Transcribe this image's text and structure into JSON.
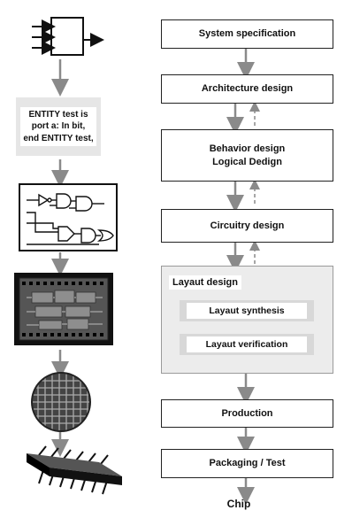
{
  "flow": {
    "system_specification": "System specification",
    "architecture_design": "Architecture design",
    "behavior_design": "Behavior design",
    "logical_design": "Logical Dedign",
    "circuitry_design": "Circuitry design",
    "layout_design": "Layaut design",
    "layout_synthesis": "Layaut synthesis",
    "layout_verification": "Layaut verification",
    "production": "Production",
    "packaging_test": "Packaging / Test",
    "chip": "Chip"
  },
  "code_box": {
    "line1": "ENTITY test is",
    "line2": "port a: In bit,",
    "line3": "end ENTITY test,"
  },
  "colors": {
    "arrow": "#8a8a8a",
    "box_border": "#222222",
    "group_fill": "#ececec",
    "chip_body": "#111111"
  }
}
